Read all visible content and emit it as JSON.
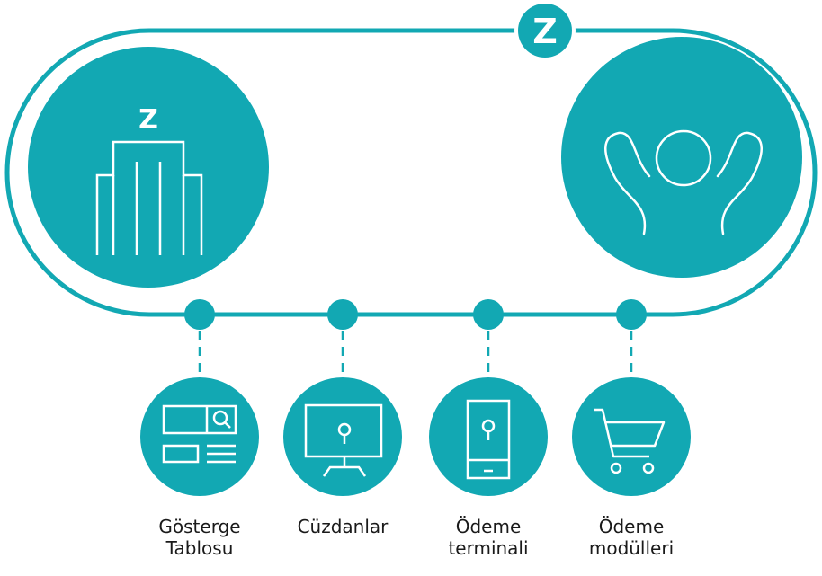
{
  "colors": {
    "accent": "#12a8b3",
    "ring": "#12a8b3",
    "icon_stroke": "#ffffff",
    "text": "#1a1a1a",
    "background": "#ffffff"
  },
  "brand": {
    "badge_letter": "Z",
    "left_circle_letter": "Z",
    "left_circle_icon": "building-icon",
    "right_circle_icon": "person-cheering-icon"
  },
  "items": [
    {
      "icon": "dashboard-icon",
      "label_lines": [
        "Gösterge",
        "Tablosu"
      ]
    },
    {
      "icon": "monitor-icon",
      "label_lines": [
        "Cüzdanlar"
      ]
    },
    {
      "icon": "mobile-terminal-icon",
      "label_lines": [
        "Ödeme",
        "terminali"
      ]
    },
    {
      "icon": "shopping-cart-icon",
      "label_lines": [
        "Ödeme",
        "modülleri"
      ]
    }
  ]
}
